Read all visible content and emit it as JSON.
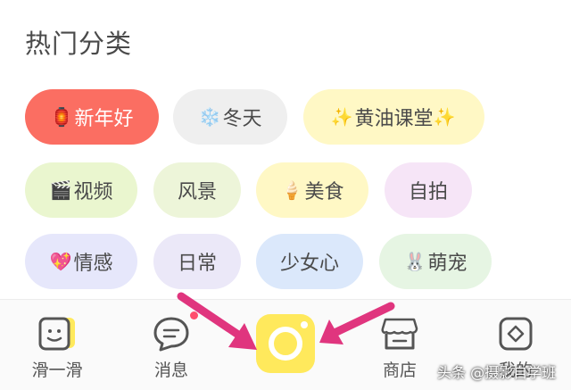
{
  "section": {
    "title": "热门分类"
  },
  "chips": [
    {
      "emoji": "🏮",
      "label": "新年好",
      "bg": "#fb6e62",
      "color": "#ffffff"
    },
    {
      "emoji": "❄️",
      "label": "冬天",
      "bg": "#efefef",
      "color": "#4a4a4a"
    },
    {
      "emoji": "✨",
      "label": "黄油课堂",
      "emoji_after": "✨",
      "bg": "#fff8c5",
      "color": "#4a4a4a"
    },
    {
      "emoji": "🎬",
      "label": "视频",
      "bg": "#eaf6cf",
      "color": "#4a4a4a"
    },
    {
      "emoji": "",
      "label": "风景",
      "bg": "#edf5d9",
      "color": "#4a4a4a"
    },
    {
      "emoji": "🍦",
      "label": "美食",
      "bg": "#fff8c5",
      "color": "#4a4a4a"
    },
    {
      "emoji": "",
      "label": "自拍",
      "bg": "#f6e5f7",
      "color": "#4a4a4a"
    },
    {
      "emoji": "💖",
      "label": "情感",
      "bg": "#e6e7fb",
      "color": "#4a4a4a"
    },
    {
      "emoji": "",
      "label": "日常",
      "bg": "#ebe8f8",
      "color": "#4a4a4a"
    },
    {
      "emoji": "",
      "label": "少女心",
      "bg": "#dbe8fb",
      "color": "#4a4a4a"
    },
    {
      "emoji": "🐰",
      "label": "萌宠",
      "bg": "#e6f5e3",
      "color": "#4a4a4a"
    }
  ],
  "tabbar": {
    "items": [
      {
        "label": "滑一滑",
        "icon": "swipe-icon"
      },
      {
        "label": "消息",
        "icon": "chat-bubble-icon"
      },
      {
        "label": "",
        "icon": "camera-icon"
      },
      {
        "label": "商店",
        "icon": "store-icon"
      },
      {
        "label": "我的",
        "icon": "profile-icon"
      }
    ],
    "accent": "#ffe95c",
    "notification_color": "#ff4d6d"
  },
  "annotation": {
    "arrow_color": "#e0357e"
  },
  "watermark": {
    "text": "头条 @摄影自学班"
  }
}
